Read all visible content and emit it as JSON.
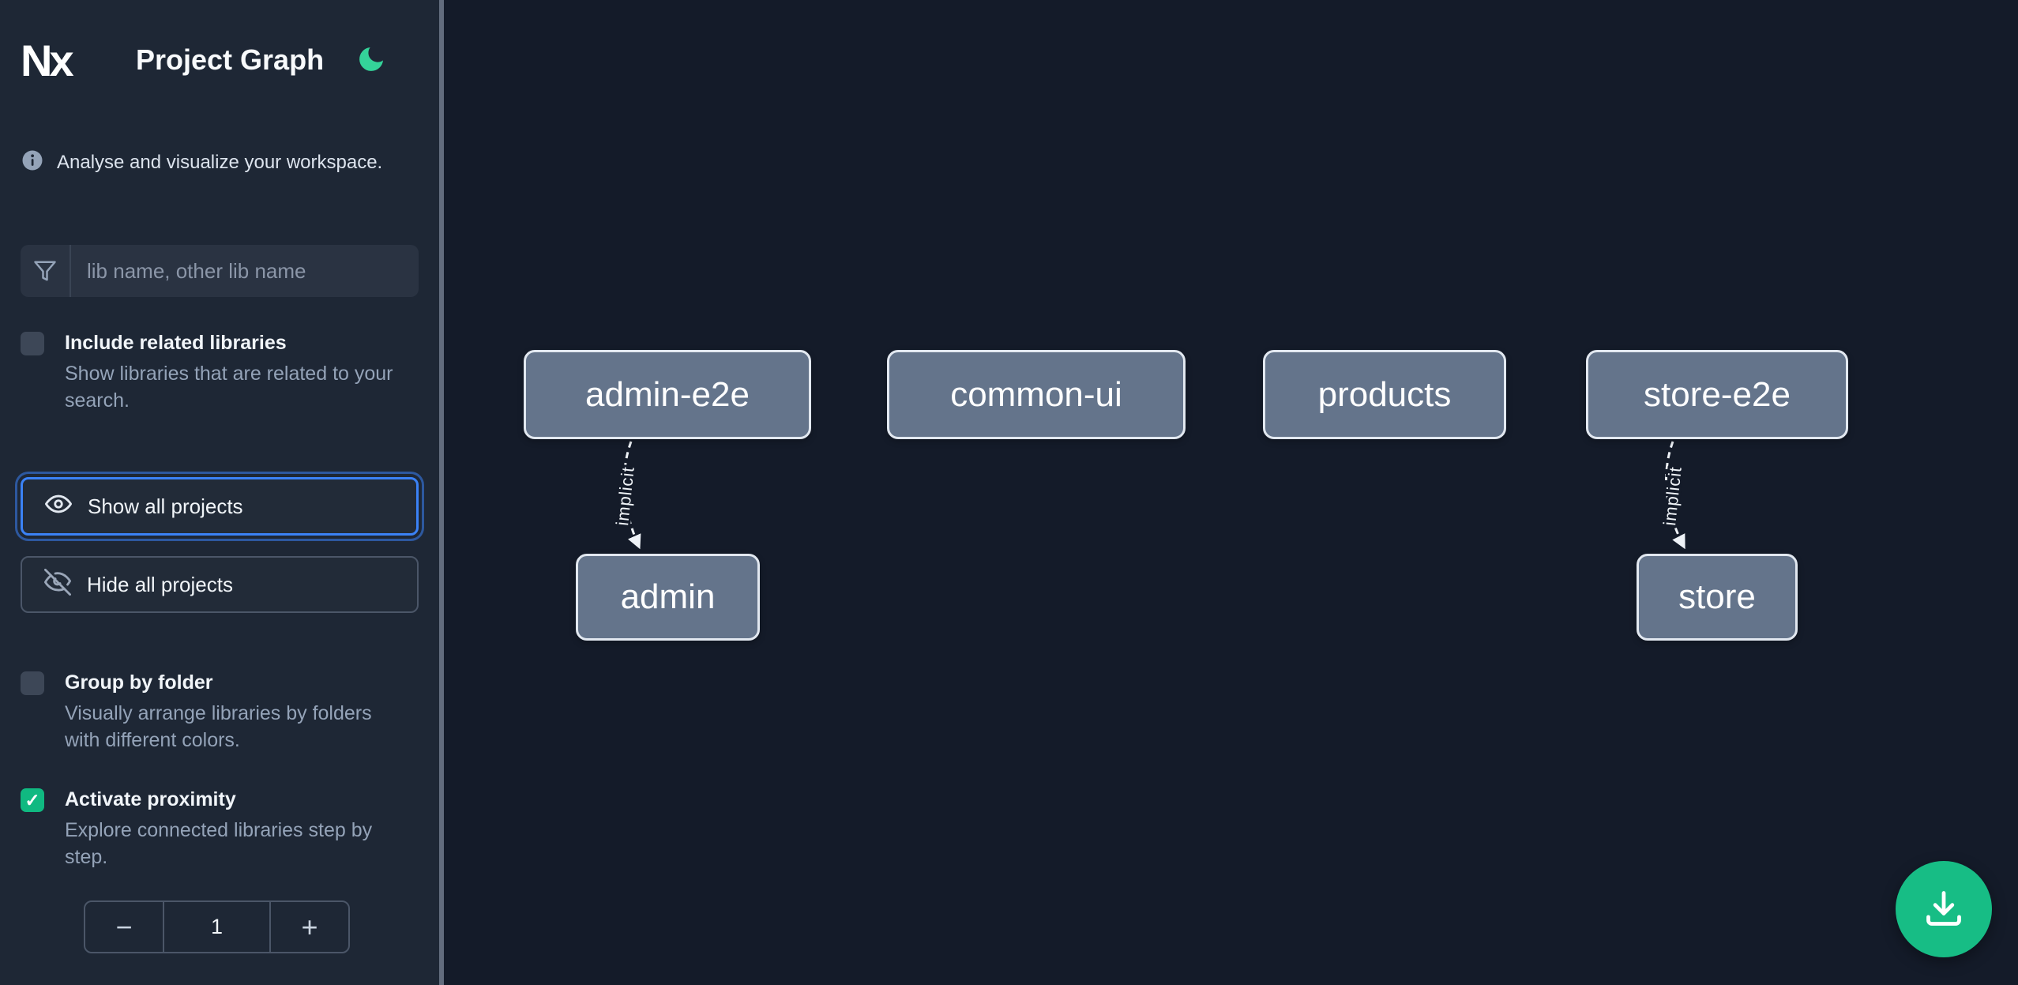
{
  "header": {
    "logo_text": "Nx",
    "title": "Project Graph"
  },
  "sidebar": {
    "tagline": "Analyse and visualize your workspace.",
    "search": {
      "placeholder": "lib name, other lib name"
    },
    "include_related": {
      "label": "Include related libraries",
      "description": "Show libraries that are related to your search.",
      "checked": false
    },
    "show_all_label": "Show all projects",
    "hide_all_label": "Hide all projects",
    "group_by_folder": {
      "label": "Group by folder",
      "description": "Visually arrange libraries by folders with different colors.",
      "checked": false
    },
    "activate_proximity": {
      "label": "Activate proximity",
      "description": "Explore connected libraries step by step.",
      "checked": true
    },
    "proximity": {
      "decrement": "−",
      "value": "1",
      "increment": "+"
    }
  },
  "graph": {
    "nodes": [
      {
        "label": "admin-e2e"
      },
      {
        "label": "common-ui"
      },
      {
        "label": "products"
      },
      {
        "label": "store-e2e"
      },
      {
        "label": "admin"
      },
      {
        "label": "store"
      }
    ],
    "edges": [
      {
        "from": "admin-e2e",
        "to": "admin",
        "label": "implicit"
      },
      {
        "from": "store-e2e",
        "to": "store",
        "label": "implicit"
      }
    ]
  },
  "icons": {
    "check": "✓",
    "theme_toggle": "moon-icon",
    "info": "info-icon",
    "filter": "funnel-icon",
    "show": "eye-icon",
    "hide": "eye-off-icon",
    "download": "download-icon"
  },
  "colors": {
    "sidebar_bg": "#1e2735",
    "canvas_bg": "#141b29",
    "focus_ring": "#3b82f6",
    "checkbox_checked": "#10b981",
    "fab": "#17bd85",
    "moon": "#34d399",
    "node_fill": "#64748b",
    "node_border": "#e2e8f0"
  }
}
